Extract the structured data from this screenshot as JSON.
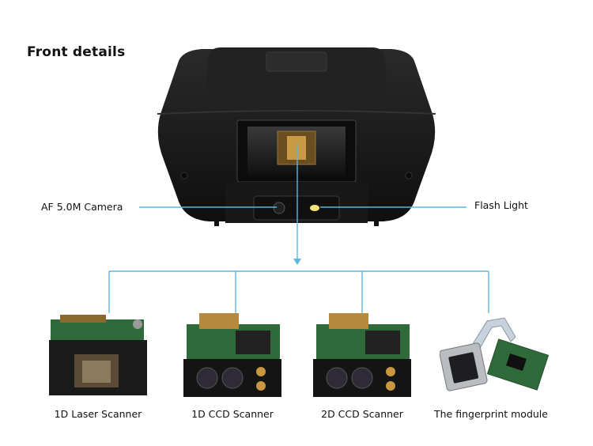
{
  "title": "Front details",
  "callouts": {
    "camera": "AF 5.0M Camera",
    "flash": "Flash Light"
  },
  "modules": [
    {
      "label": "1D Laser Scanner"
    },
    {
      "label": "1D CCD Scanner"
    },
    {
      "label": "2D CCD Scanner"
    },
    {
      "label": "The fingerprint module"
    }
  ],
  "colors": {
    "connector_line": "#5bb8de",
    "device_body": "#1b1b1b",
    "pcb_green": "#2f6b3a",
    "flash_led": "#f3e27a"
  }
}
